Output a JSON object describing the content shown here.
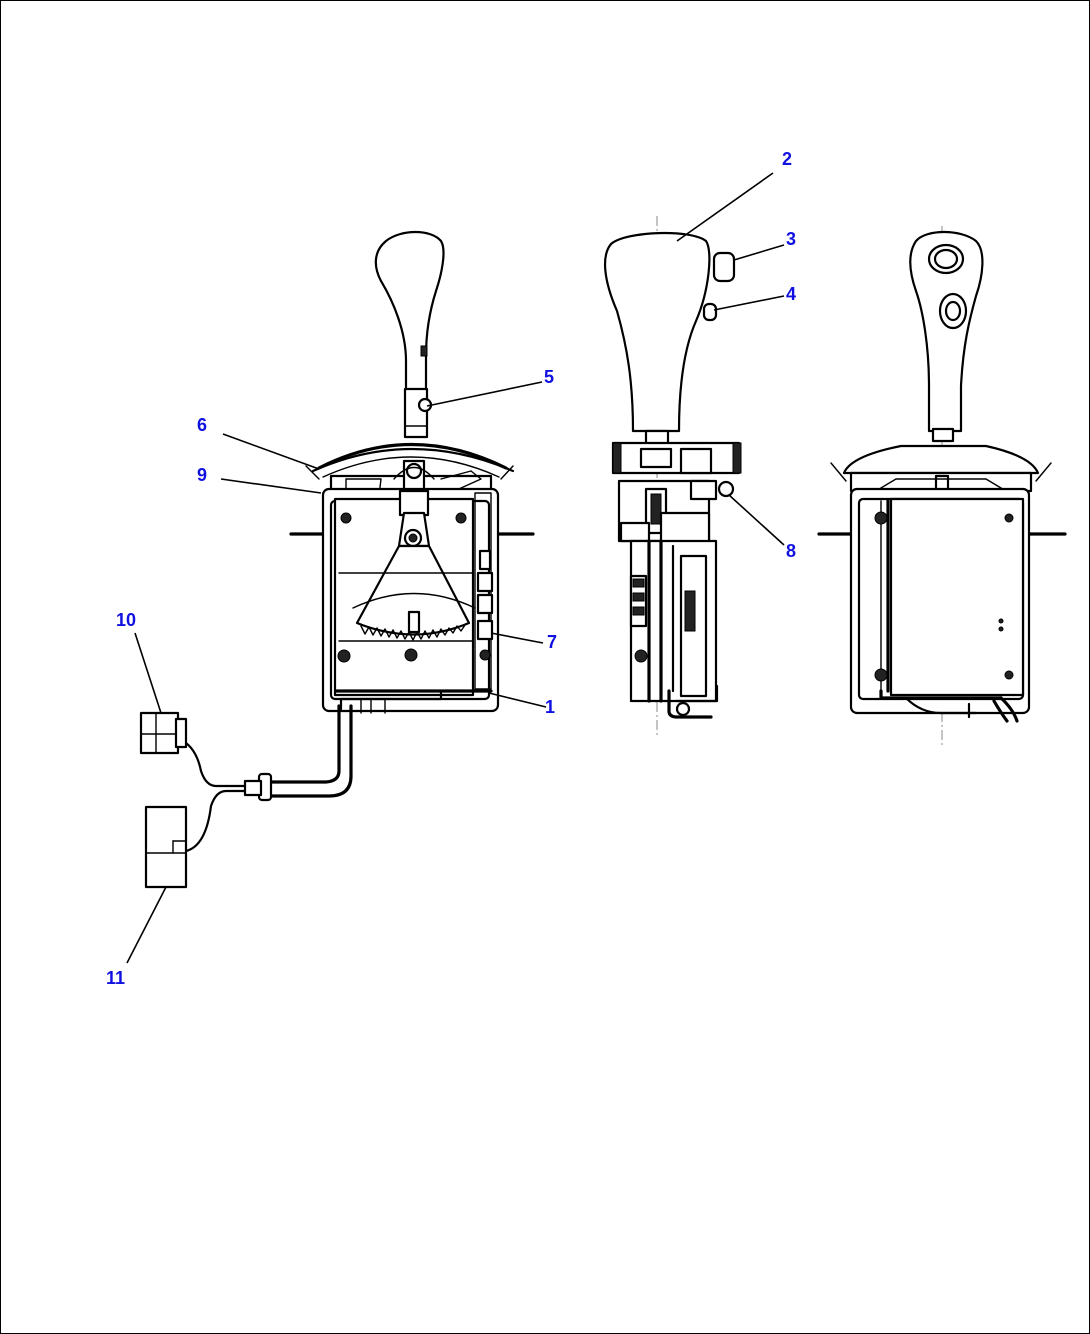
{
  "callouts": [
    {
      "id": "1",
      "label": "1"
    },
    {
      "id": "2",
      "label": "2"
    },
    {
      "id": "3",
      "label": "3"
    },
    {
      "id": "4",
      "label": "4"
    },
    {
      "id": "5",
      "label": "5"
    },
    {
      "id": "6",
      "label": "6"
    },
    {
      "id": "7",
      "label": "7"
    },
    {
      "id": "8",
      "label": "8"
    },
    {
      "id": "9",
      "label": "9"
    },
    {
      "id": "10",
      "label": "10"
    },
    {
      "id": "11",
      "label": "11"
    }
  ],
  "colors": {
    "callout_text": "#1010e0",
    "line": "#000000",
    "background": "#ffffff"
  }
}
